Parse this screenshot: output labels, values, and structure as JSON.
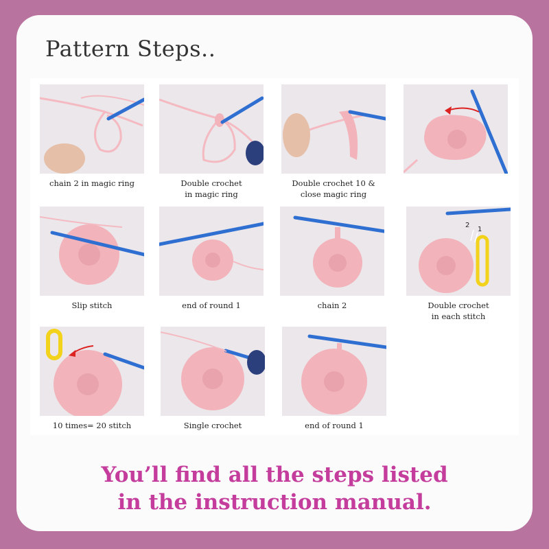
{
  "header": {
    "title": "Pattern Steps.."
  },
  "colors": {
    "frame": "#b8749f",
    "card": "#fbfbfb",
    "yarn": "#f2b3bb",
    "hook": "#2f6fd1",
    "marker": "#f2d21b",
    "footer_text": "#c43d9c"
  },
  "steps": [
    {
      "caption_1": "chain 2 in magic ring",
      "caption_2": "",
      "photo": "magic-ring-chain"
    },
    {
      "caption_1": "Double crochet",
      "caption_2": "in magic ring",
      "photo": "magic-ring-dc"
    },
    {
      "caption_1": "Double crochet 10 &",
      "caption_2": "close magic ring",
      "photo": "close-ring"
    },
    {
      "caption_1": "",
      "caption_2": "",
      "photo": "round-arrow"
    },
    {
      "caption_1": "Slip stitch",
      "caption_2": "",
      "photo": "circle-hook"
    },
    {
      "caption_1": "end of round 1",
      "caption_2": "",
      "photo": "circle-small"
    },
    {
      "caption_1": "chain 2",
      "caption_2": "",
      "photo": "circle-chain"
    },
    {
      "caption_1": "Double crochet",
      "caption_2": "in each stitch",
      "photo": "circle-marker",
      "photo_labels": [
        "2",
        "1"
      ]
    },
    {
      "caption_1": "10 times= 20 stitch",
      "caption_2": "",
      "photo": "marker-arrow"
    },
    {
      "caption_1": "Single crochet",
      "caption_2": "",
      "photo": "circle-large"
    },
    {
      "caption_1": "end of round 1",
      "caption_2": "",
      "photo": "circle-large-hook"
    }
  ],
  "footer": {
    "line_1": "You’ll find all the steps listed",
    "line_2": "in the instruction manual."
  }
}
